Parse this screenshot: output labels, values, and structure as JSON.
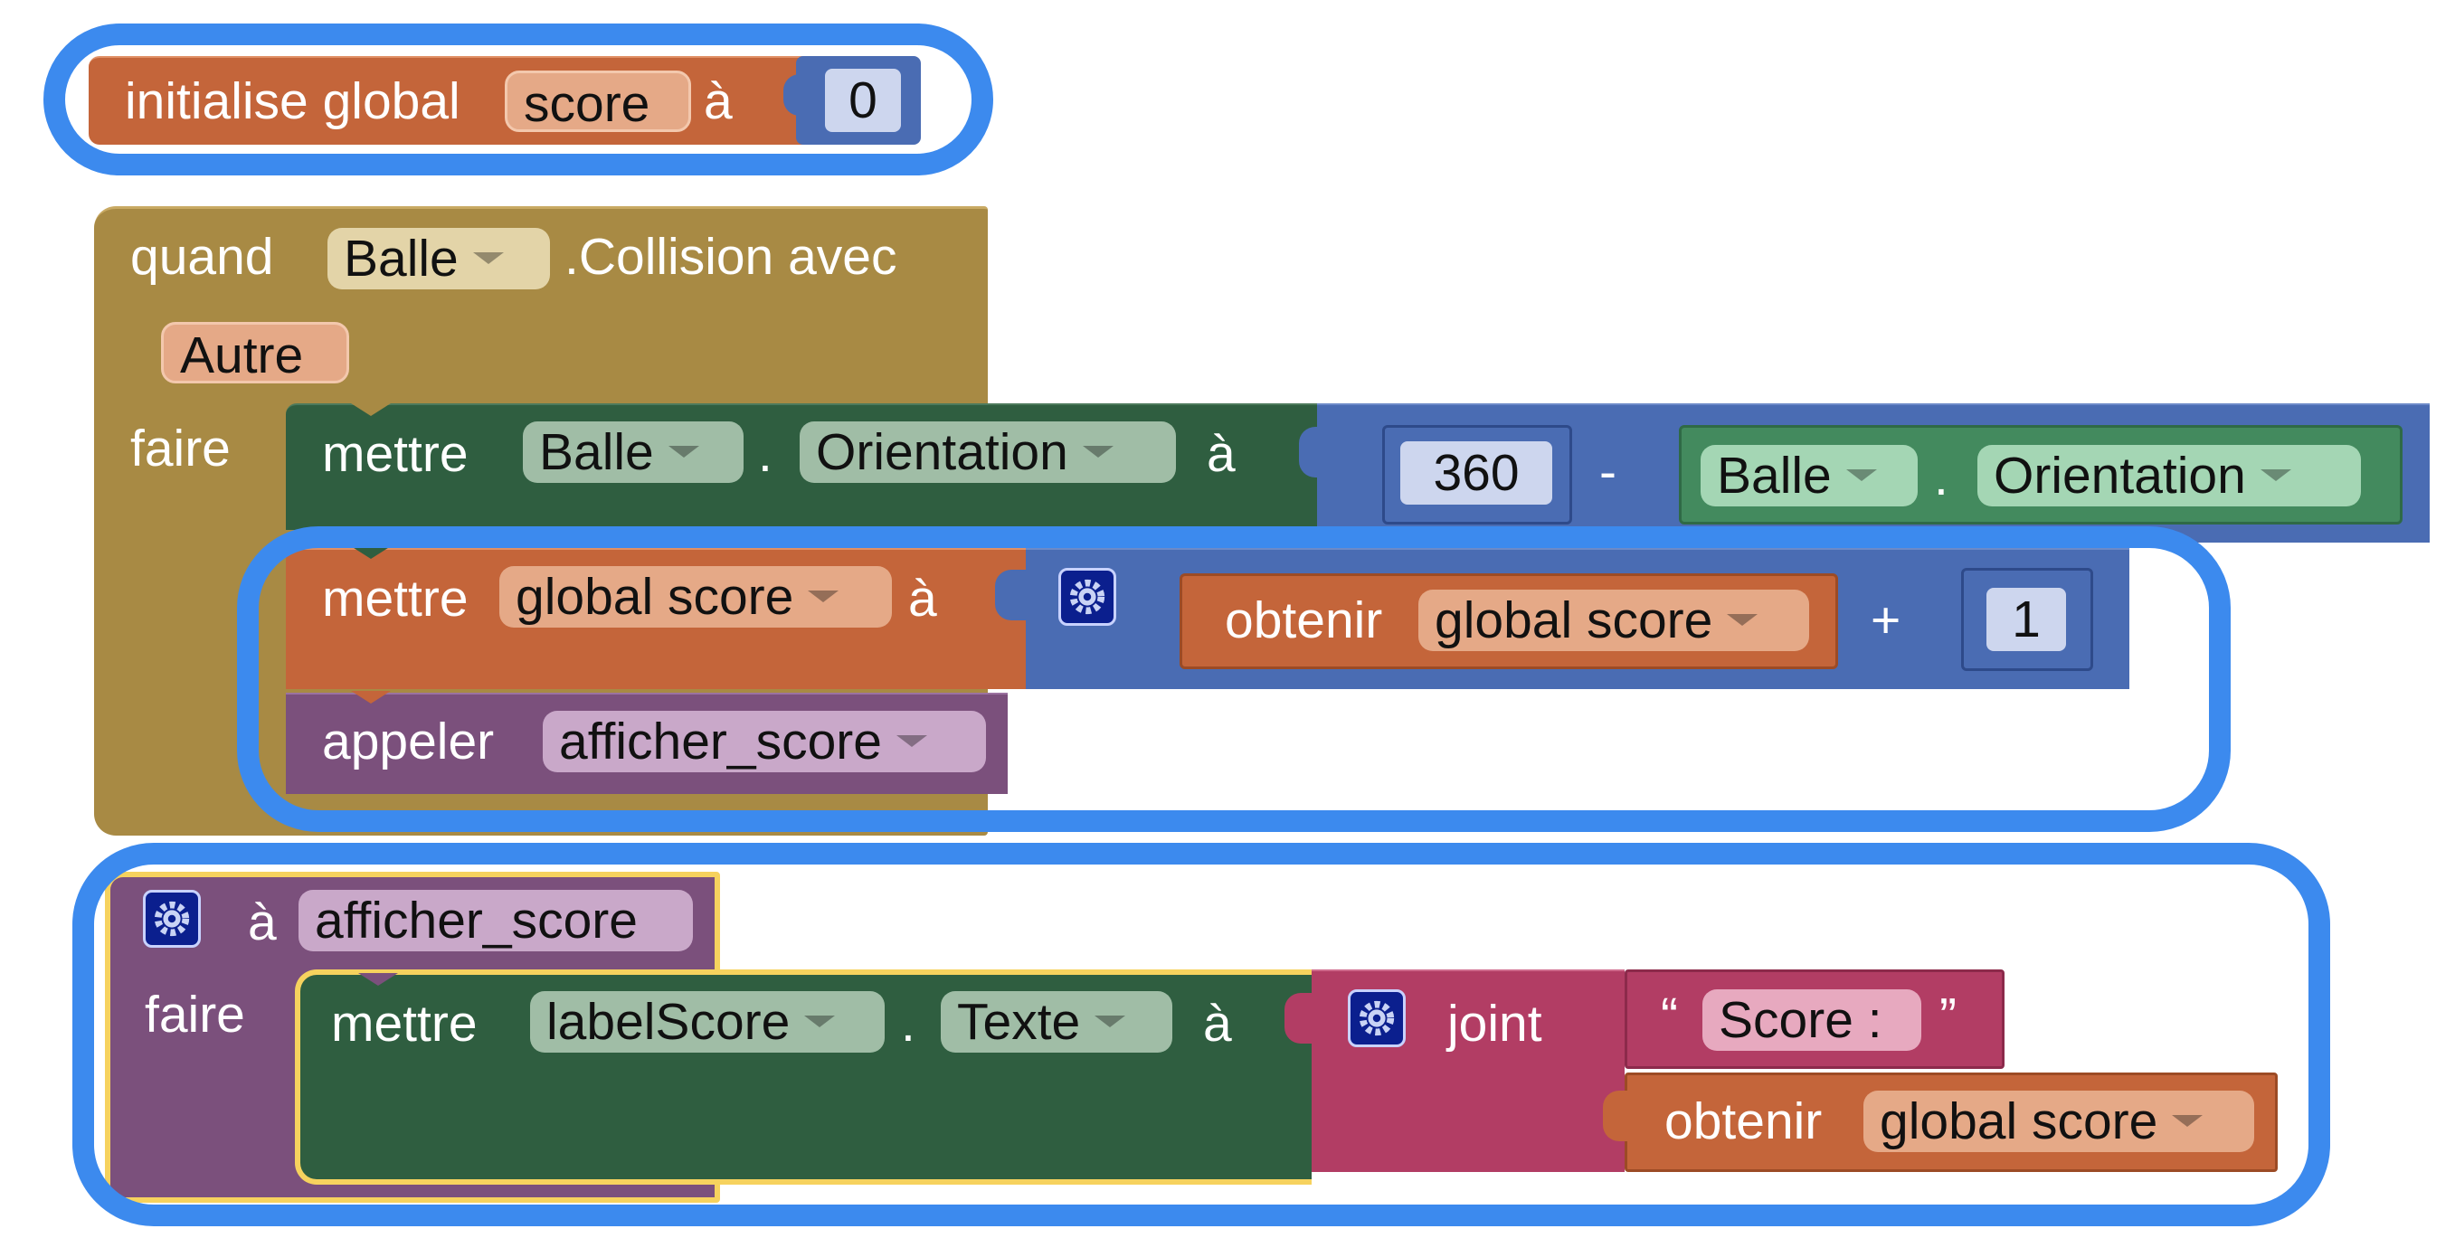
{
  "workspace": {
    "block_init": {
      "keyword": "initialise global",
      "var_name": "score",
      "to": "à",
      "value": "0"
    },
    "block_event": {
      "keyword_when": "quand",
      "component": "Balle",
      "event": ".Collision avec",
      "param": "Autre",
      "do": "faire",
      "stmt_set_heading": {
        "keyword": "mettre",
        "component": "Balle",
        "dot": ".",
        "property": "Orientation",
        "to": "à",
        "math": {
          "left": "360",
          "op": "-",
          "component": "Balle",
          "dot": ".",
          "property": "Orientation"
        }
      },
      "stmt_set_score": {
        "keyword": "mettre",
        "variable": "global score",
        "to": "à",
        "add": {
          "get_keyword": "obtenir",
          "get_var": "global score",
          "op": "+",
          "right": "1"
        }
      },
      "stmt_call": {
        "keyword": "appeler",
        "procedure": "afficher_score"
      }
    },
    "block_proc": {
      "to": "à",
      "name": "afficher_score",
      "do": "faire",
      "stmt_set_label": {
        "keyword": "mettre",
        "component": "labelScore",
        "dot": ".",
        "property": "Texte",
        "to": "à",
        "join": {
          "keyword": "joint",
          "open_quote": "“",
          "text": "Score :",
          "close_quote": "”",
          "get_keyword": "obtenir",
          "get_var": "global score"
        }
      }
    }
  },
  "colors": {
    "variables": "#c4653a",
    "events": "#a88a44",
    "components": "#2f5e40",
    "math": "#4a6cb3",
    "procedures": "#7b507c",
    "text": "#b23d64",
    "highlight": "#3c8aee"
  }
}
